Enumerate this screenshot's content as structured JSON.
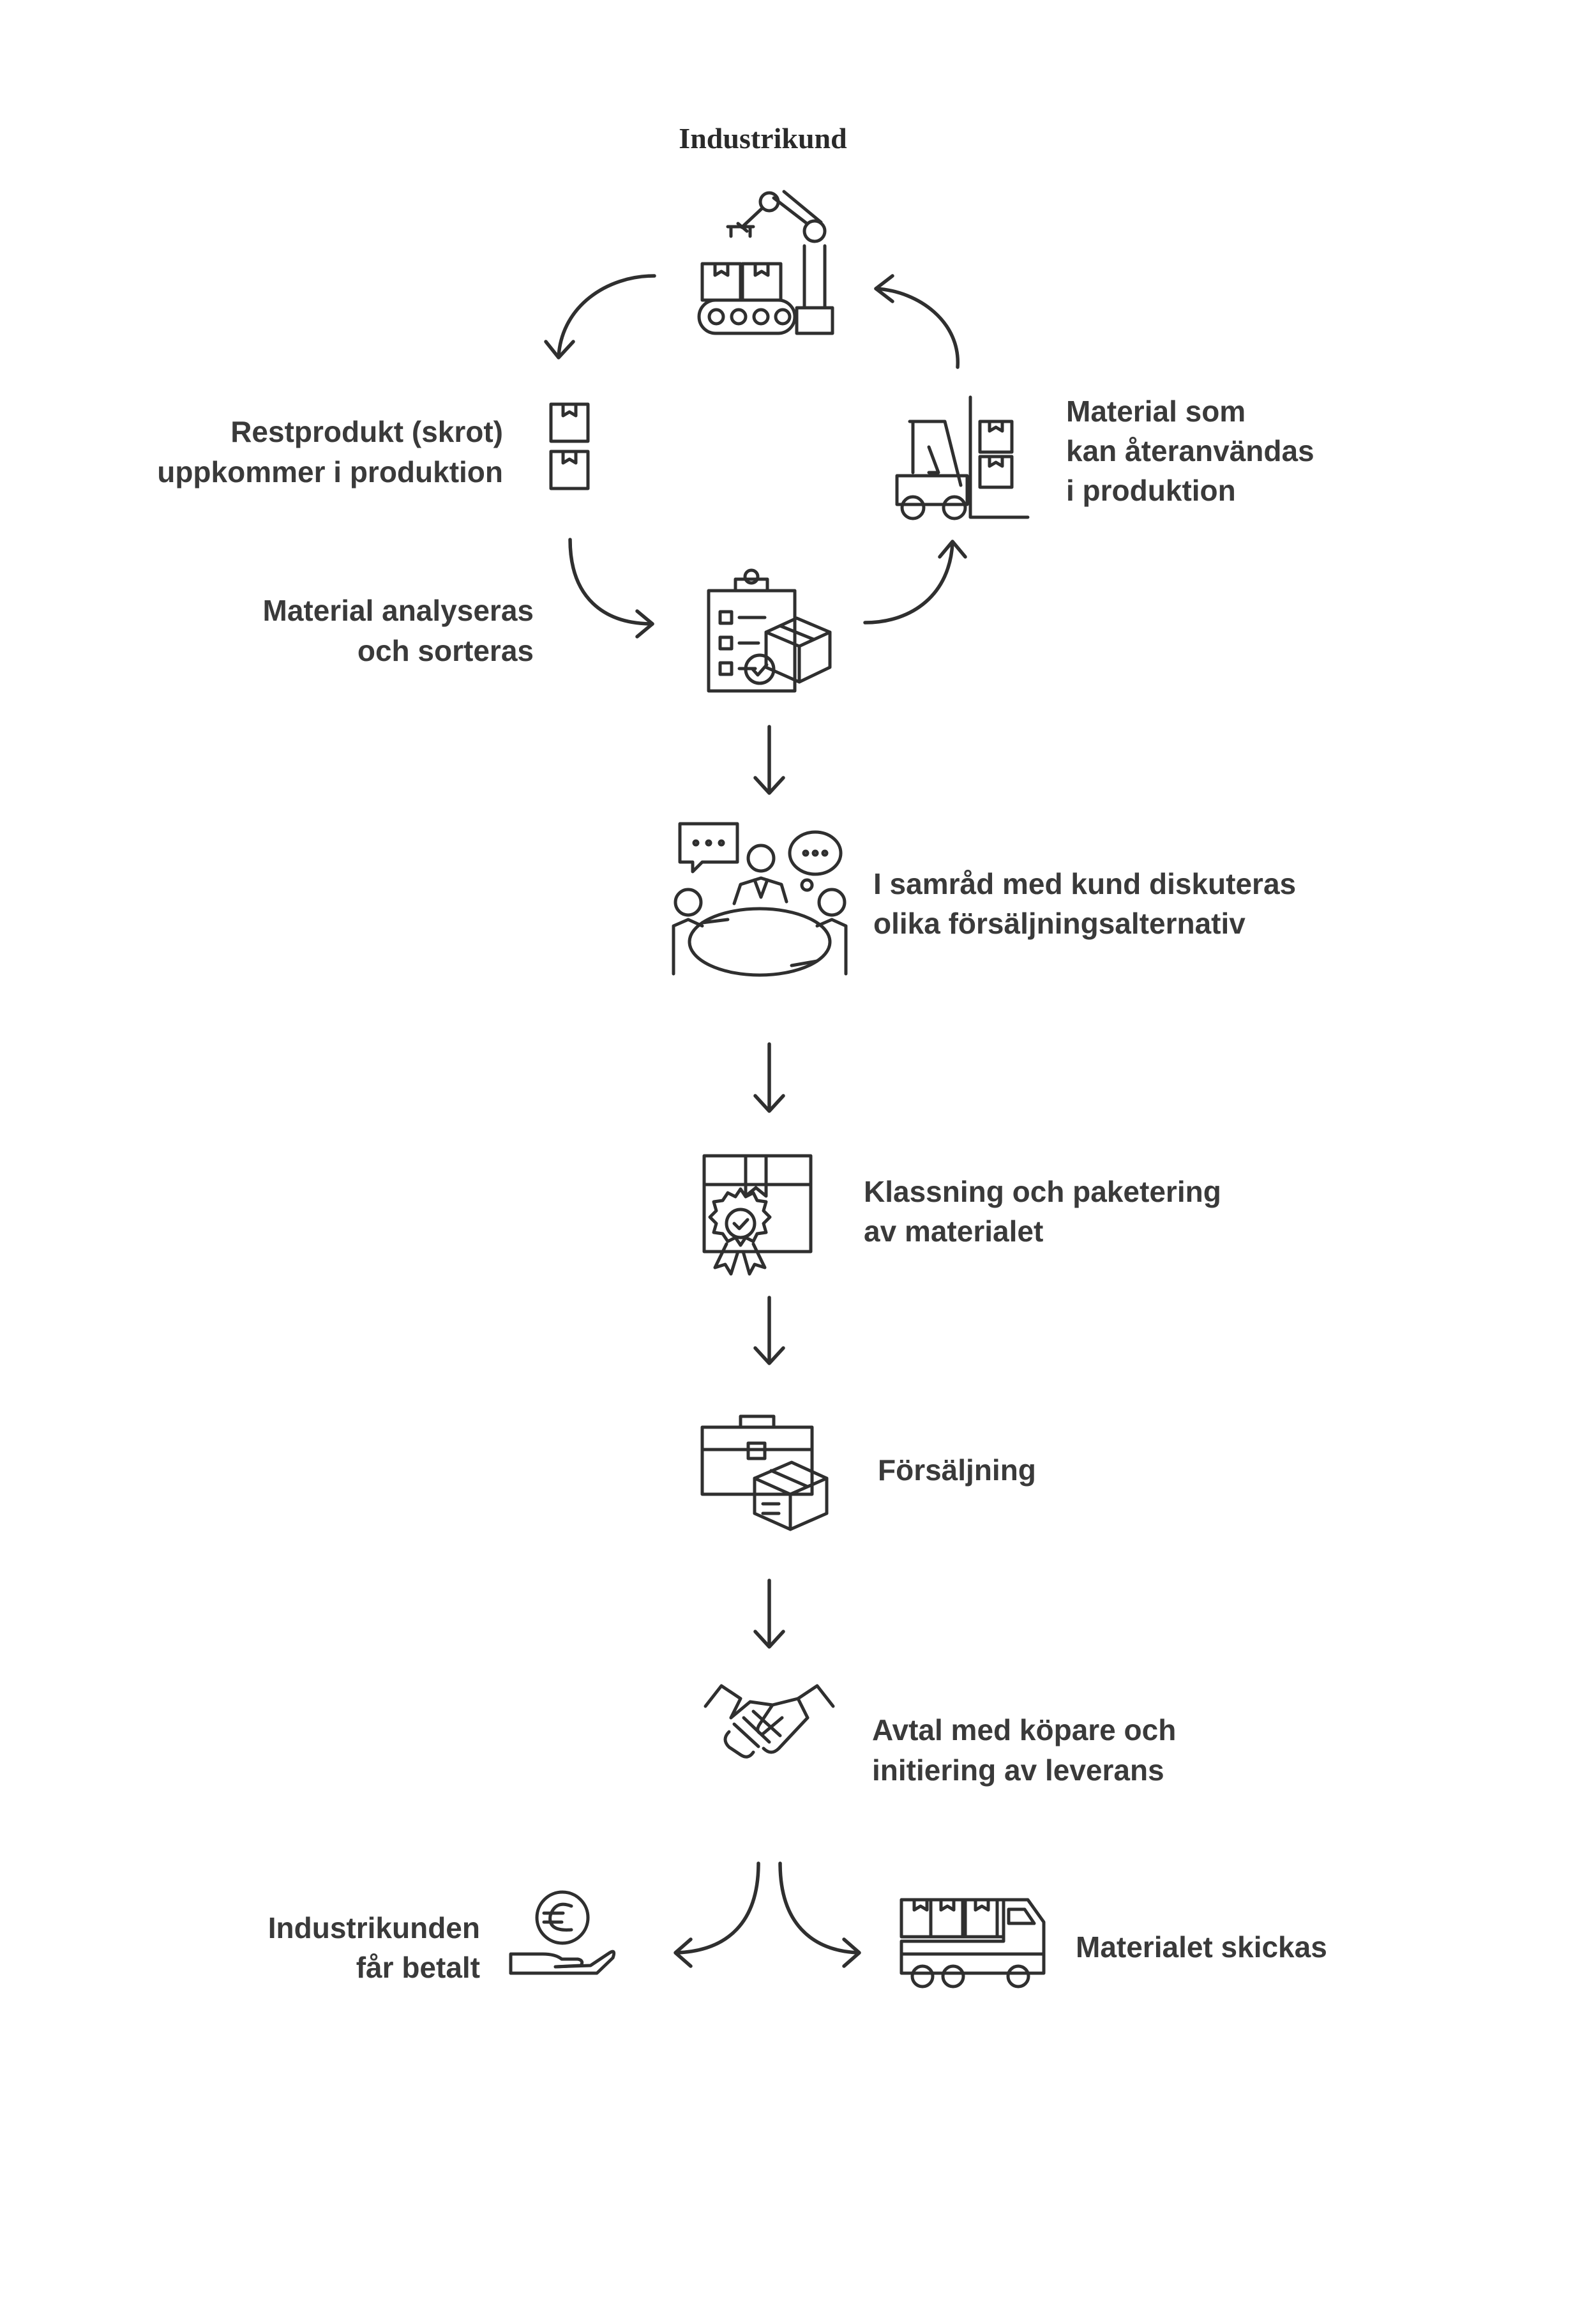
{
  "title": "Industrikund",
  "steps": {
    "scrap": [
      "Restprodukt (skrot)",
      "uppkommer i produktion"
    ],
    "reuse": [
      "Material som",
      "kan återanvändas",
      "i produktion"
    ],
    "analyze": [
      "Material analyseras",
      "och sorteras"
    ],
    "consult": [
      "I samråd med kund diskuteras",
      "olika försäljningsalternativ"
    ],
    "classify": [
      "Klassning och paketering",
      "av materialet"
    ],
    "sale": [
      "Försäljning"
    ],
    "agreement": [
      "Avtal med köpare och",
      "initiering av leverans"
    ],
    "paid": [
      "Industrikunden",
      "får betalt"
    ],
    "shipped": [
      "Materialet skickas"
    ]
  },
  "icons": {
    "customer": "robot-arm-conveyor-icon",
    "scrap": "stacked-boxes-icon",
    "reuse": "forklift-icon",
    "analyze": "clipboard-box-check-icon",
    "consult": "meeting-table-icon",
    "classify": "box-certificate-icon",
    "sale": "briefcase-box-icon",
    "agreement": "handshake-icon",
    "paid": "euro-hand-icon",
    "shipped": "delivery-truck-icon"
  },
  "colors": {
    "line": "#2f2f2f",
    "text": "#3a3a3a",
    "background": "#ffffff"
  }
}
